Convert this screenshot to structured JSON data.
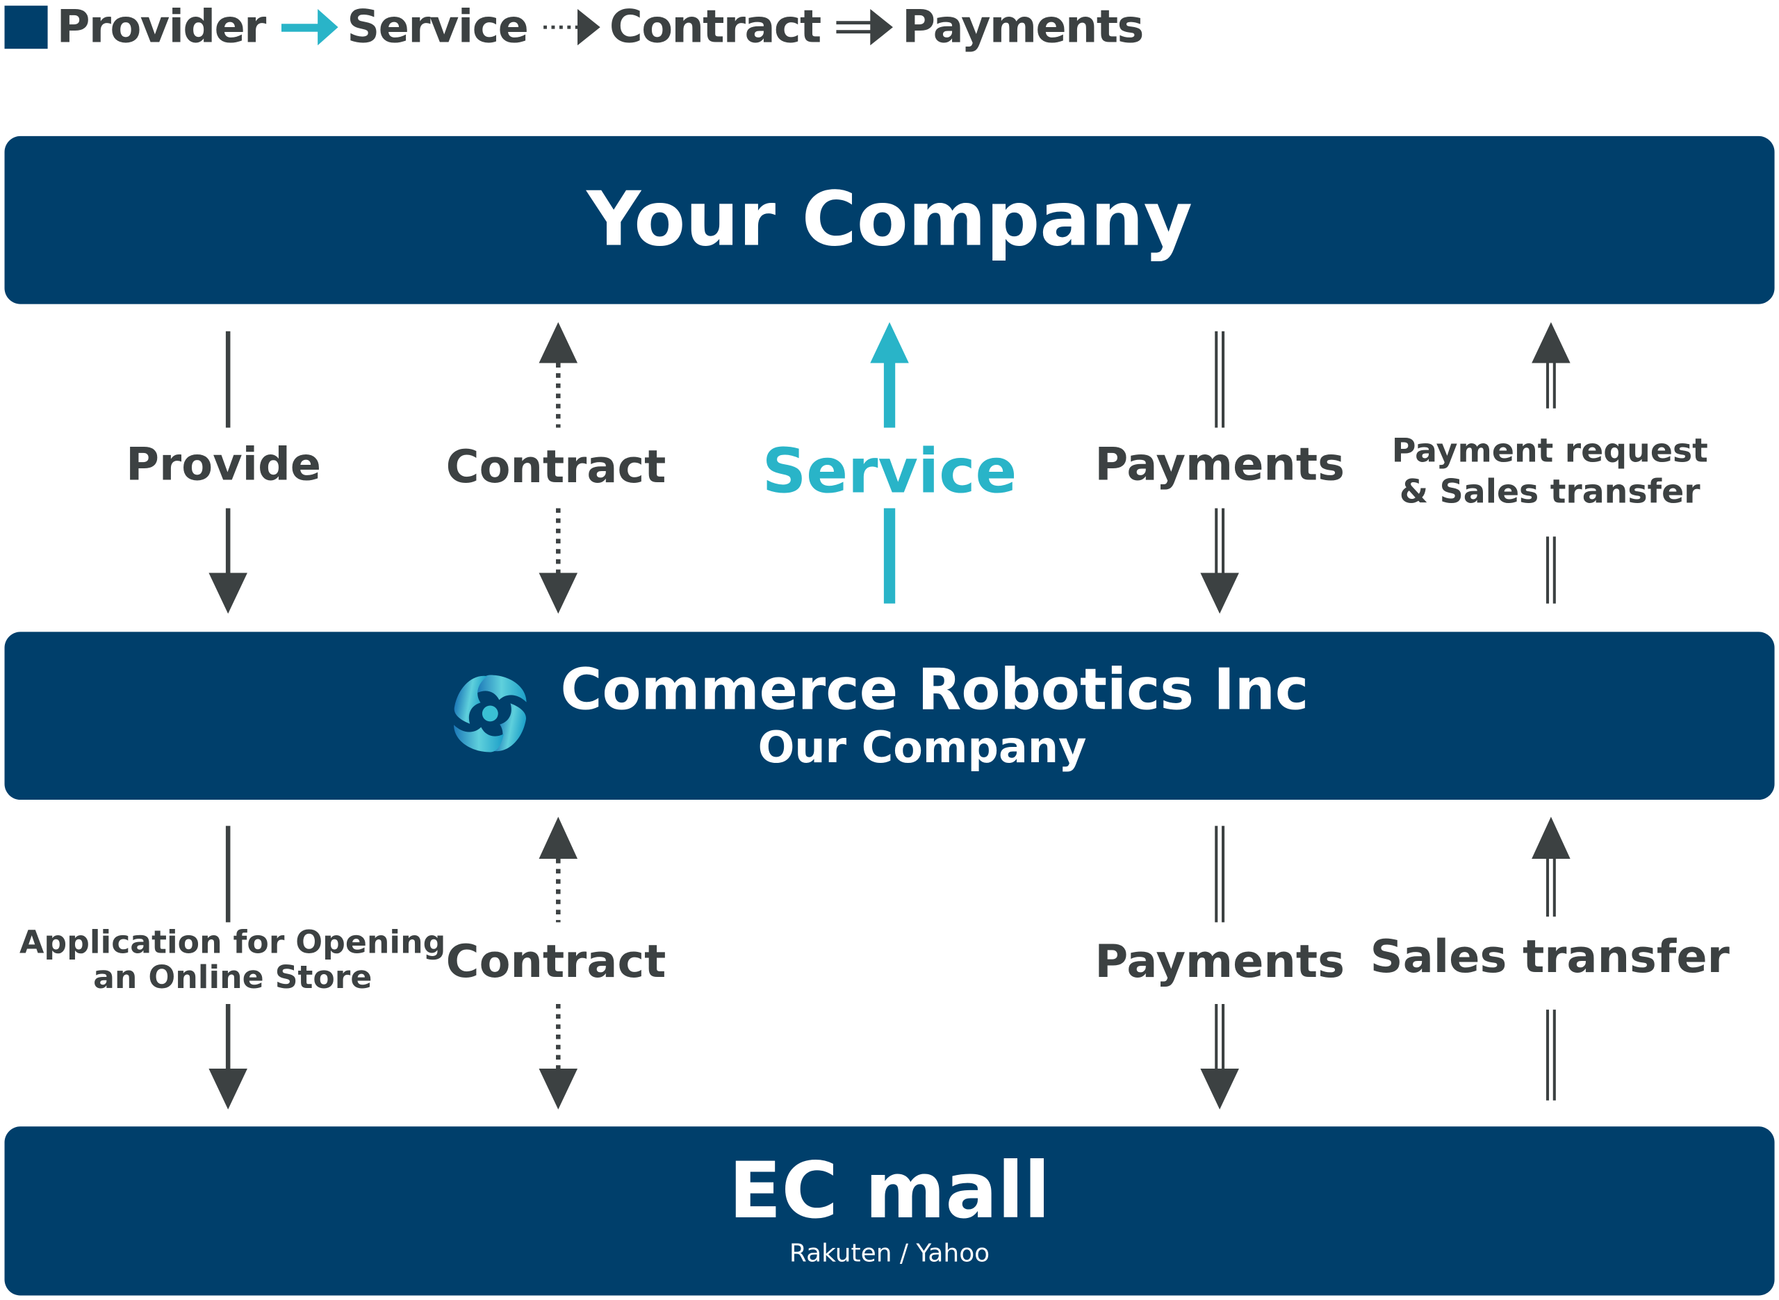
{
  "legend": {
    "provider": "Provider",
    "service": "Service",
    "contract": "Contract",
    "payments": "Payments"
  },
  "colors": {
    "navy": "#003f6b",
    "gray": "#3c4142",
    "teal": "#29b4c8"
  },
  "top_box": {
    "title": "Your Company"
  },
  "middle_box": {
    "title": "Commerce Robotics Inc",
    "subtitle": "Our Company",
    "logo": "swirl-logo-icon"
  },
  "bottom_box": {
    "title": "EC mall",
    "subtitle": "Rakuten / Yahoo"
  },
  "upper_flows": {
    "provide": "Provide",
    "contract": "Contract",
    "service": "Service",
    "payments": "Payments",
    "payment_request_1": "Payment request",
    "payment_request_2": "& Sales transfer"
  },
  "lower_flows": {
    "application_1": "Application for Opening",
    "application_2": "an Online Store",
    "contract": "Contract",
    "payments": "Payments",
    "sales_transfer": "Sales transfer"
  }
}
